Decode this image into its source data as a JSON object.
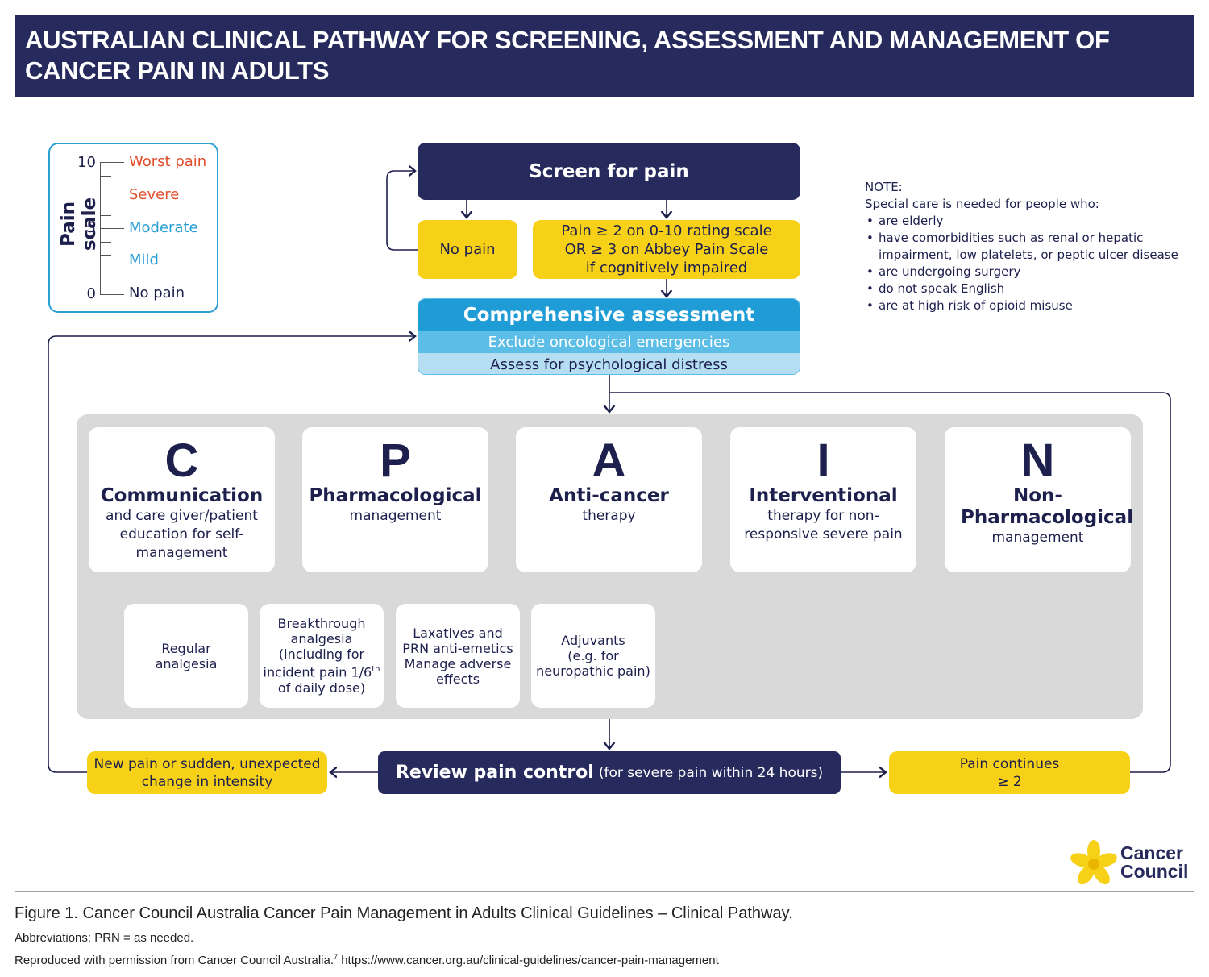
{
  "header": {
    "title": "AUSTRALIAN CLINICAL PATHWAY FOR SCREENING, ASSESSMENT AND MANAGEMENT OF CANCER PAIN IN ADULTS"
  },
  "pain_scale": {
    "title": "Pain scale",
    "numbers": {
      "n10": "10",
      "n5": "5",
      "n0": "0"
    },
    "levels": [
      {
        "label": "Worst pain",
        "color": "#e04e2c"
      },
      {
        "label": "Severe",
        "color": "#e04e2c"
      },
      {
        "label": "Moderate",
        "color": "#2aa0d4"
      },
      {
        "label": "Mild",
        "color": "#2aa0d4"
      },
      {
        "label": "No pain",
        "color": "#1d1f4d"
      }
    ]
  },
  "flow": {
    "screen": "Screen for pain",
    "no_pain": "No pain",
    "pain_threshold": {
      "line1": "Pain ≥ 2 on 0-10 rating scale",
      "line2": "OR ≥ 3 on Abbey Pain Scale",
      "line3": "if cognitively impaired"
    },
    "assessment": {
      "title": "Comprehensive assessment",
      "sub1": "Exclude oncological emergencies",
      "sub2": "Assess for psychological distress"
    }
  },
  "note": {
    "title": "NOTE:",
    "intro": "Special care is needed for people who:",
    "items": [
      "are elderly",
      "have comorbidities such as renal or hepatic impairment, low platelets, or peptic ulcer disease",
      "are undergoing surgery",
      "do not speak English",
      "are at high risk of opioid misuse"
    ]
  },
  "pain_framework": [
    {
      "letter": "C",
      "head": "Communication",
      "body": "and care giver/patient education for self-management"
    },
    {
      "letter": "P",
      "head": "Pharmacological",
      "body": "management"
    },
    {
      "letter": "A",
      "head": "Anti-cancer",
      "body": "therapy"
    },
    {
      "letter": "I",
      "head": "Interventional",
      "body": "therapy for non-responsive severe pain"
    },
    {
      "letter": "N",
      "head": "Non-Pharmacological",
      "body": "management"
    }
  ],
  "pharmacological_options": [
    {
      "l1": "Regular",
      "l2": "analgesia"
    },
    {
      "l1": "Breakthrough",
      "l2": "analgesia",
      "l3": "(including for",
      "l4": "incident pain 1/6",
      "sup": "th",
      "l5": "of daily dose)"
    },
    {
      "l1": "Laxatives and",
      "l2": "PRN anti-emetics",
      "l3": "Manage adverse",
      "l4": "effects"
    },
    {
      "l1": "Adjuvants",
      "l2": "(e.g. for",
      "l3": "neuropathic pain)"
    }
  ],
  "review": {
    "main": "Review pain control",
    "sub": "(for severe pain within 24 hours)",
    "left": {
      "line1": "New pain or sudden, unexpected",
      "line2": "change in intensity"
    },
    "right": {
      "line1": "Pain continues",
      "line2": "≥ 2"
    }
  },
  "logo": {
    "line1": "Cancer",
    "line2": "Council"
  },
  "footer": {
    "caption": "Figure 1. Cancer Council Australia Cancer Pain Management in Adults Clinical Guidelines – Clinical Pathway.",
    "abbrev": "Abbreviations: PRN = as needed.",
    "repro": "Reproduced with permission from Cancer Council Australia.",
    "ref": "7",
    "url": "https://www.cancer.org.au/clinical-guidelines/cancer-pain-management"
  },
  "colors": {
    "navy": "#262a5c",
    "yellow": "#f7d117",
    "blue": "#1f9cd6",
    "light_blue": "#5cbde6",
    "pale_blue": "#b5def2",
    "grey": "#d9d9d9"
  }
}
